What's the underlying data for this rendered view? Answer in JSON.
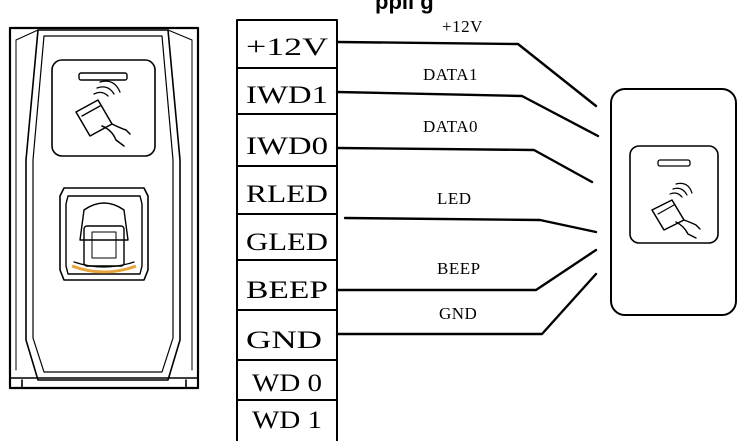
{
  "diagram": {
    "title_partial": "ppli g",
    "terminal_block": {
      "terminals": [
        "+12V",
        "IWD1",
        "IWD0",
        "RLED",
        "GLED",
        "BEEP",
        "GND",
        "WD 0",
        "WD 1"
      ]
    },
    "wires": [
      {
        "from": "+12V",
        "label": "+12V"
      },
      {
        "from": "IWD1",
        "label": "DATA1"
      },
      {
        "from": "IWD0",
        "label": "DATA0"
      },
      {
        "from": "RLED",
        "label": "LED"
      },
      {
        "from": "BEEP",
        "label": "BEEP"
      },
      {
        "from": "GND",
        "label": "GND"
      }
    ],
    "devices": {
      "left": "fingerprint-and-card-reader",
      "right": "card-reader"
    },
    "icons": [
      "rfid-card-icon",
      "fingerprint-sensor-icon"
    ],
    "colors": {
      "line": "#000000",
      "sensor_glow": "#e8a43c",
      "background": "#ffffff"
    }
  }
}
